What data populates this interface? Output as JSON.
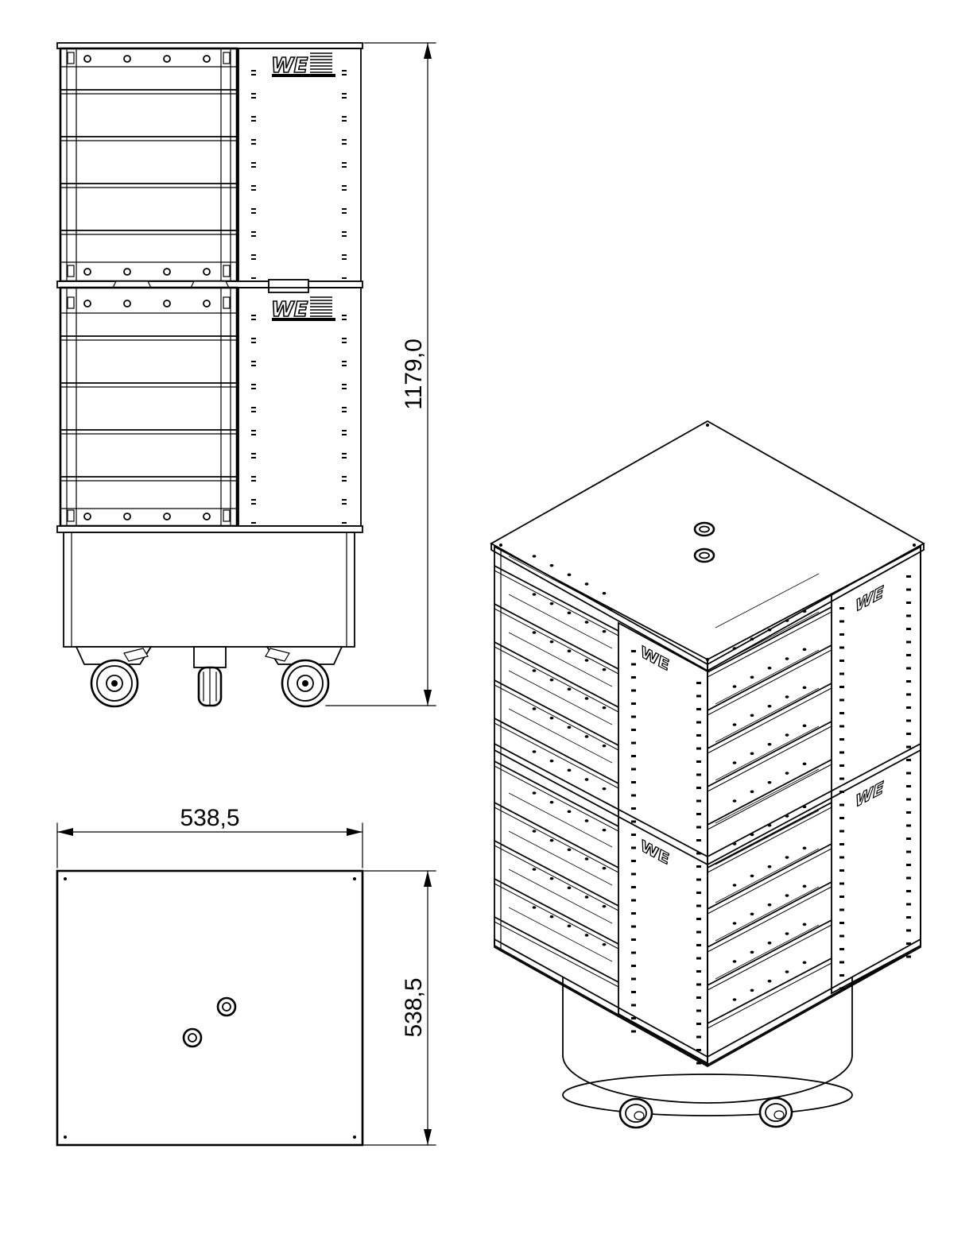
{
  "dimensions": {
    "height_label": "1179,0",
    "width_label": "538,5",
    "depth_label": "538,5"
  },
  "logo": {
    "text": "WE"
  },
  "colors": {
    "line": "#000000",
    "background": "#ffffff"
  }
}
